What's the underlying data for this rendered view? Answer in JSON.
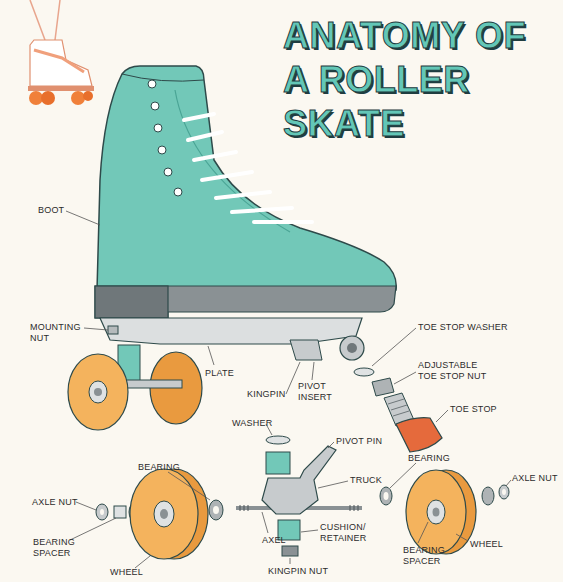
{
  "diagram": {
    "title": "ANATOMY OF A ROLLER SKATE",
    "labels": [
      "BOOT",
      "MOUNTING NUT",
      "PLATE",
      "KINGPIN",
      "PIVOT INSERT",
      "TOE STOP WASHER",
      "ADJUSTABLE TOE STOP NUT",
      "TOE STOP",
      "WASHER",
      "PIVOT PIN",
      "TRUCK",
      "BEARING",
      "AXLE NUT",
      "BEARING SPACER",
      "WHEEL",
      "AXEL",
      "CUSHION/ RETAINER",
      "KINGPIN NUT",
      "BEARING",
      "AXLE NUT",
      "WHEEL",
      "BEARING SPACER"
    ]
  }
}
